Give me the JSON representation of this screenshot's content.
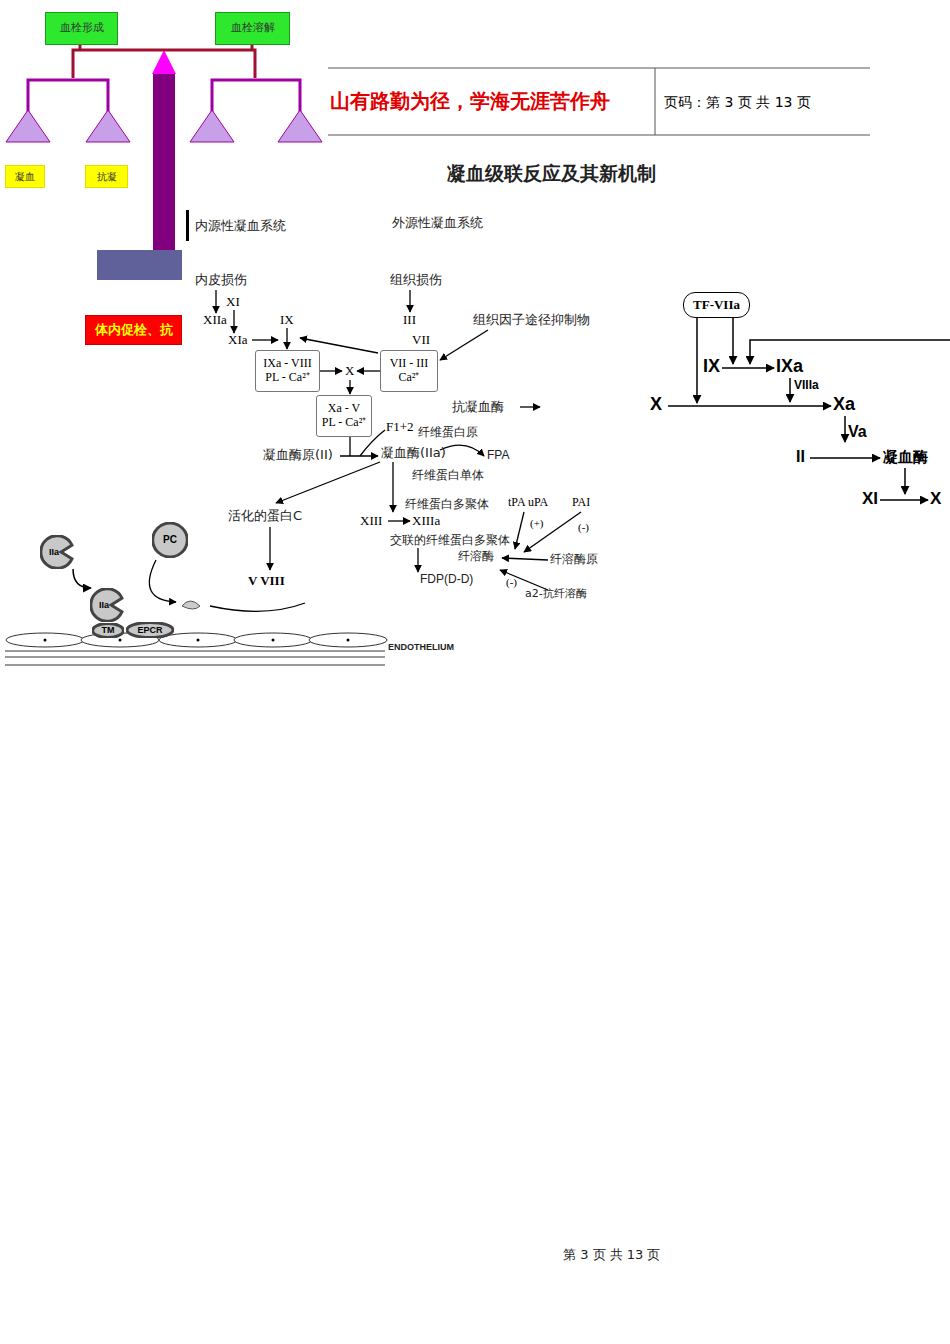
{
  "diagram": {
    "title": "凝血级联反应及其新机制",
    "nodes": [
      {
        "text": [
          "血栓形成"
        ]
      },
      {
        "text": [
          "血栓溶解"
        ]
      },
      {
        "text": [
          "凝血"
        ]
      },
      {
        "text": [
          "抗凝"
        ]
      },
      {
        "text": [
          "体内促栓、抗"
        ]
      },
      {
        "text": [
          "IXa - VIII PL - Ca²⁺"
        ]
      },
      {
        "text": [
          "VII - III Ca²⁺"
        ]
      },
      {
        "text": [
          "Xa - V PL - Ca²⁺"
        ]
      },
      {
        "text": [
          "TF-VIIa"
        ]
      },
      {
        "text": [
          "IIa"
        ]
      },
      {
        "text": [
          "PC"
        ]
      },
      {
        "text": [
          "IIa"
        ]
      },
      {
        "text": [
          "TM"
        ]
      },
      {
        "text": [
          "EPCR"
        ]
      }
    ],
    "edges": [
      {
        "from": 9,
        "to": 11,
        "arrow": "to"
      }
    ],
    "labels": [
      "山有路勤为径，学海无涯苦作舟",
      "页码：第 3 页 共 13 页",
      "内源性凝血系统",
      "外源性凝血系统",
      "内皮损伤",
      "XI",
      "XIIa",
      "XIa",
      "IX",
      "X",
      "组织损伤",
      "III",
      "VII",
      "组织因子途径抑制物",
      "抗凝血酶",
      "F1+2",
      "纤维蛋白原",
      "凝血酶原(II)",
      "凝血酶(IIa)",
      "FPA",
      "纤维蛋白单体",
      "纤维蛋白多聚体",
      "活化的蛋白C",
      "XIII",
      "XIIIa",
      "tPA uPA",
      "PAI",
      "(+)",
      "(-)",
      "交联的纤维蛋白多聚体",
      "纤溶酶",
      "纤溶酶原",
      "V VIII",
      "FDP(D-D)",
      "(-)",
      "a2-抗纤溶酶",
      "IX",
      "IXa",
      "VIIIa",
      "X",
      "Xa",
      "Va",
      "II",
      "凝血酶",
      "XI",
      "X",
      "ENDOTHELIUM",
      "第 3 页 共 13 页"
    ]
  }
}
